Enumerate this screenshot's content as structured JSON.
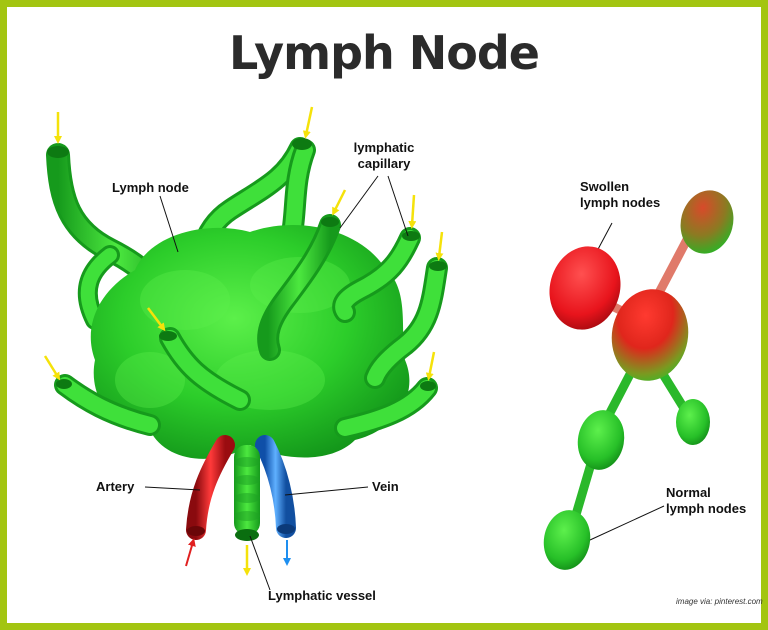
{
  "title": "Lymph Node",
  "labels": {
    "lymph_node": "Lymph node",
    "lymphatic_capillary_line1": "lymphatic",
    "lymphatic_capillary_line2": "capillary",
    "artery": "Artery",
    "vein": "Vein",
    "lymphatic_vessel": "Lymphatic vessel",
    "swollen_line1": "Swollen",
    "swollen_line2": "lymph nodes",
    "normal_line1": "Normal",
    "normal_line2": "lymph nodes"
  },
  "credit": "image via: pinterest.com",
  "colors": {
    "border": "#a3c511",
    "node_green": "#2fcf2f",
    "swollen_red": "#e8141c",
    "artery_red": "#d6141a",
    "vein_blue": "#2a7fe0",
    "arrow_yellow": "#f5e20a"
  }
}
